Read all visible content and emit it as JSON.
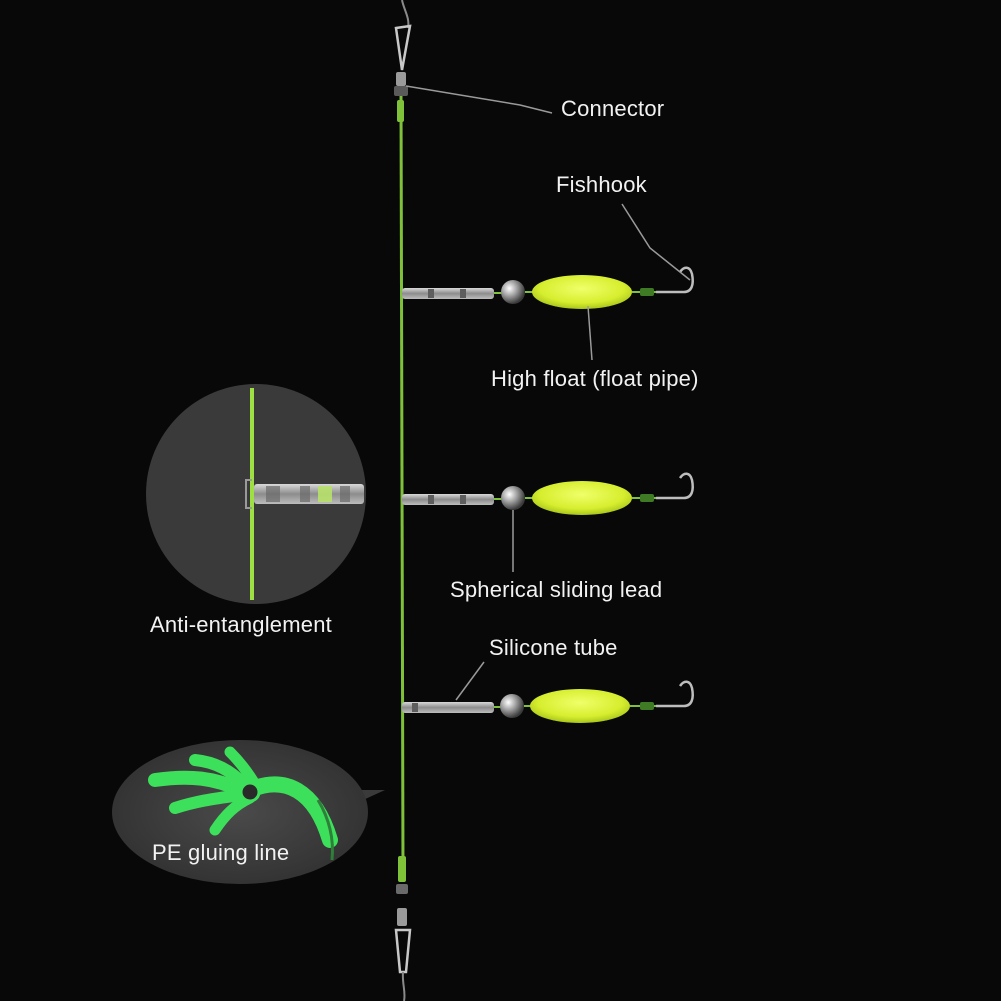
{
  "labels": {
    "connector": "Connector",
    "fishhook": "Fishhook",
    "high_float": "High float (float pipe)",
    "spherical_lead": "Spherical sliding lead",
    "silicone_tube": "Silicone tube",
    "anti_entanglement": "Anti-entanglement",
    "pe_gluing_line": "PE gluing line"
  },
  "colors": {
    "background": "#080808",
    "main_line": "#7fc23a",
    "float": "#d9f23a",
    "pe_line": "#3de05a",
    "callout_bubble": "#3a3a3a",
    "text": "#f2f2f2"
  }
}
